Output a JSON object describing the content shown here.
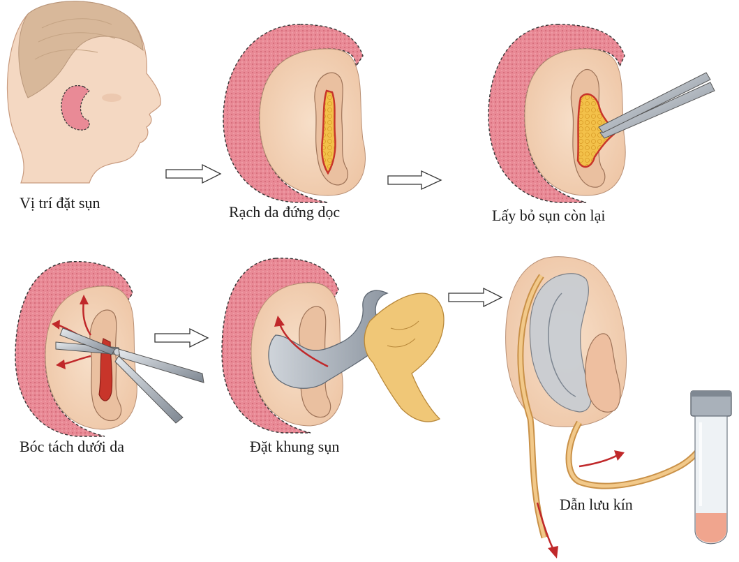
{
  "steps": [
    {
      "caption": "Vị trí đặt sụn"
    },
    {
      "caption": "Rạch da đứng dọc"
    },
    {
      "caption": "Lấy bỏ sụn còn lại"
    },
    {
      "caption": "Bóc tách dưới da"
    },
    {
      "caption": "Đặt khung sụn"
    },
    {
      "caption": "Dẫn lưu kín"
    }
  ],
  "colors": {
    "skin": "#f2d2b8",
    "skin_dark": "#e3b598",
    "pink_tissue": "#e98a96",
    "cartilage_yellow": "#f3c14a",
    "wound_red": "#c8352a",
    "arrow_red": "#c0282a",
    "steel": "#9aa3ad",
    "frame_grey": "#b8bfc8",
    "drain_tube": "#e8b877",
    "fluid": "#f0a58e"
  },
  "icons": [
    "step-arrow-icon",
    "scissors-icon",
    "forceps-icon",
    "drain-tube-icon",
    "collection-vial-icon"
  ]
}
